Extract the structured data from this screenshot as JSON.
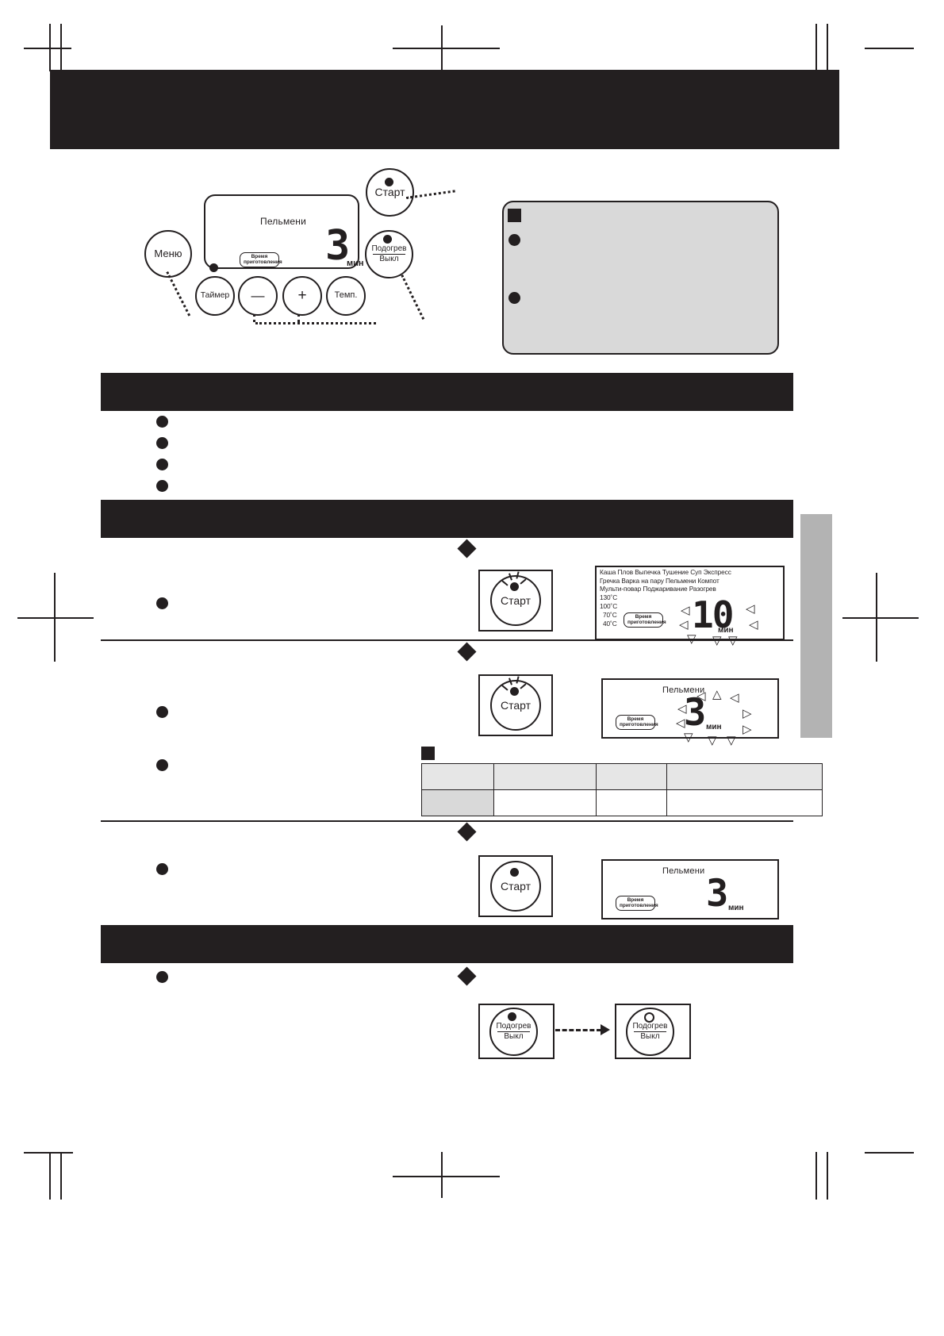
{
  "page": {
    "language": "ru",
    "doc_type": "appliance-instruction-manual",
    "ink_color": "#231f20",
    "grey_panel_color": "#d9d9d9",
    "side_tab_color": "#b3b3b3"
  },
  "control_panel": {
    "caption": "",
    "buttons": [
      {
        "id": "menu",
        "label": "Меню",
        "has_led": false
      },
      {
        "id": "start",
        "label": "Старт",
        "has_led": true
      },
      {
        "id": "keepwarm",
        "label_top": "Подогрев",
        "label_bottom": "Выкл",
        "has_led": true
      },
      {
        "id": "timer",
        "label": "Таймер",
        "has_led": true
      },
      {
        "id": "minus",
        "label": "—",
        "has_led": false
      },
      {
        "id": "plus",
        "label": "+",
        "has_led": false
      },
      {
        "id": "temp",
        "label": "Темп.",
        "has_led": false
      }
    ],
    "display": {
      "program_name": "Пельмени",
      "time_value": "3",
      "time_unit": "мин",
      "cook_time_tag_line1": "Время",
      "cook_time_tag_line2": "приготовления"
    }
  },
  "info_box": {
    "markers": [
      "square",
      "bullet",
      "bullet"
    ],
    "lines": [
      "",
      "",
      ""
    ]
  },
  "sections": [
    {
      "id": "section-1",
      "title": ""
    },
    {
      "id": "section-2",
      "title": "",
      "bullets": [
        "",
        "",
        "",
        ""
      ]
    },
    {
      "id": "section-3",
      "title": ""
    },
    {
      "id": "section-4",
      "title": ""
    }
  ],
  "steps": [
    {
      "id": "step-1",
      "marker": "diamond",
      "bullet": "",
      "text": "",
      "button": {
        "label": "Старт",
        "led": "blinking"
      },
      "display": {
        "type": "menu-list",
        "menu_rows": [
          "Каша  Плов  Выпечка  Тушение  Суп  Экспресс",
          "Гречка  Варка на пару  Пельмени  Компот",
          "Мульти-повар  Поджаривание  Разогрев"
        ],
        "temperatures": [
          "130˚C",
          "100˚C",
          "70˚C",
          "40˚C"
        ],
        "time_value": "10",
        "time_unit": "мин",
        "time_blinking": true,
        "cook_time_tag_line1": "Время",
        "cook_time_tag_line2": "приготовления"
      }
    },
    {
      "id": "step-2",
      "marker": "diamond",
      "bullet": "",
      "text": "",
      "button": {
        "label": "Старт",
        "led": "blinking"
      },
      "display": {
        "type": "program",
        "program_name": "Пельмени",
        "time_value": "3",
        "time_unit": "мин",
        "time_blinking": true,
        "cook_time_tag_line1": "Время",
        "cook_time_tag_line2": "приготовления"
      }
    },
    {
      "id": "step-3",
      "marker": "square",
      "bullet": "",
      "text": "",
      "table": {
        "columns": [
          "",
          "",
          "",
          ""
        ],
        "header_row": [
          "",
          "",
          "",
          ""
        ],
        "rows": [
          [
            "",
            "",
            "",
            ""
          ]
        ]
      }
    },
    {
      "id": "step-4",
      "marker": "diamond",
      "bullet": "",
      "text": "",
      "button": {
        "label": "Старт",
        "led": "on"
      },
      "display": {
        "type": "program",
        "program_name": "Пельмени",
        "time_value": "3",
        "time_unit": "мин",
        "time_blinking": false,
        "cook_time_tag_line1": "Время",
        "cook_time_tag_line2": "приготовления"
      }
    },
    {
      "id": "step-5",
      "marker": "diamond",
      "bullet": "",
      "text": "",
      "transition": {
        "from": {
          "label_top": "Подогрев",
          "label_bottom": "Выкл",
          "led": "on"
        },
        "to": {
          "label_top": "Подогрев",
          "label_bottom": "Выкл",
          "led": "off"
        },
        "arrow": "dashed-right"
      }
    }
  ]
}
